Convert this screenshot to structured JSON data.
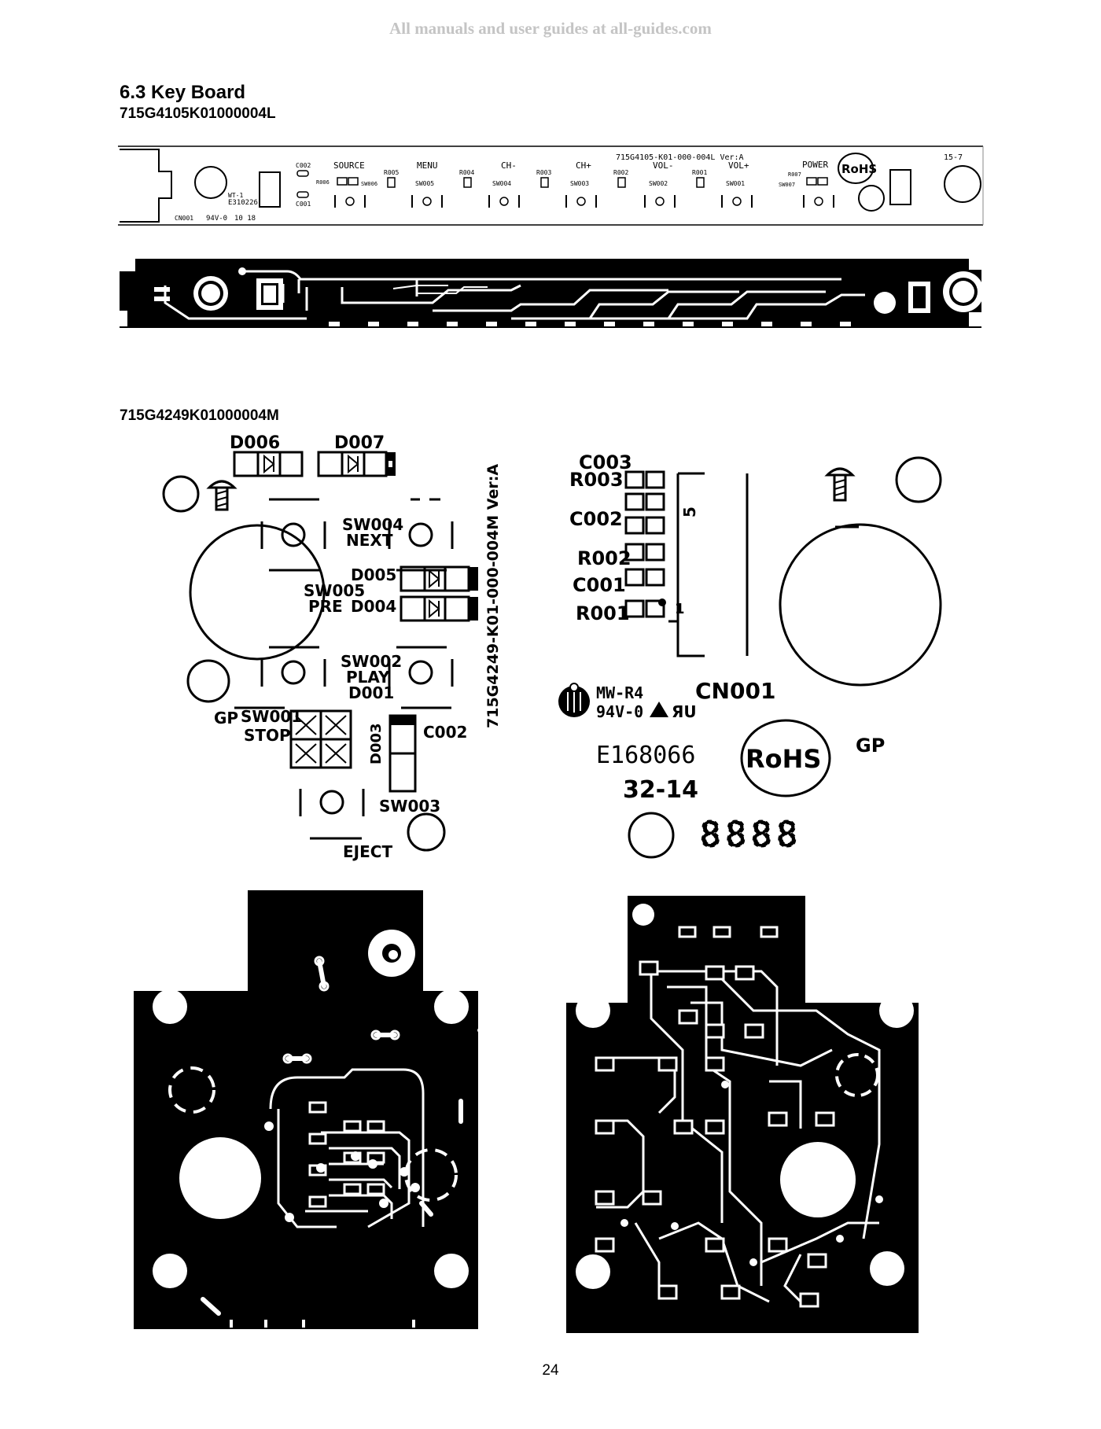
{
  "watermark": "All manuals and user guides at all-guides.com",
  "section_title": "6.3 Key Board",
  "board1": {
    "part_number": "715G4105K01000004L",
    "pcb_text": "715G4105-K01-000-004L Ver:A",
    "corner_code": "15-7",
    "rohs": "RoHS",
    "connector": "CN001",
    "ul_code": "E310226",
    "fr_rating": "94V-0",
    "date_code": "10 18",
    "ul_mark": "WT-1",
    "caps": [
      "C002",
      "C001"
    ],
    "keys": [
      {
        "label": "SOURCE",
        "switch": "SW006",
        "resistor": "R006"
      },
      {
        "label": "MENU",
        "switch": "SW005",
        "resistor": "R005"
      },
      {
        "label": "CH-",
        "switch": "SW004",
        "resistor": "R004"
      },
      {
        "label": "CH+",
        "switch": "SW003",
        "resistor": "R003"
      },
      {
        "label": "VOL-",
        "switch": "SW002",
        "resistor": "R002"
      },
      {
        "label": "VOL+",
        "switch": "SW001",
        "resistor": "R001"
      },
      {
        "label": "POWER",
        "switch": "SW007",
        "resistor": "R007"
      }
    ]
  },
  "board2": {
    "part_number": "715G4249K01000004M",
    "pcb_text": "715G4249-K01-000-004M Ver:A",
    "diodes": [
      "D006",
      "D007",
      "D005",
      "D004",
      "D001",
      "D003"
    ],
    "switches": [
      {
        "id": "SW004",
        "label": "NEXT"
      },
      {
        "id": "SW005",
        "label": "PRE"
      },
      {
        "id": "SW002",
        "label": "PLAY"
      },
      {
        "id": "SW001",
        "label": "STOP"
      },
      {
        "id": "SW003",
        "label": "EJECT"
      }
    ],
    "gp_left": "GP",
    "cap_left": "C002",
    "right_parts": [
      "C003",
      "R003",
      "C002",
      "R002",
      "C001",
      "R001"
    ],
    "pin5": "5",
    "pin1": "1",
    "connector": "CN001",
    "mfr_code": "MW-R4",
    "fr_rating": "94V-0",
    "ul_code": "E168066",
    "rohs": "RoHS",
    "gp_right": "GP",
    "date_code": "32-14",
    "display": "8888"
  },
  "page_number": "24"
}
